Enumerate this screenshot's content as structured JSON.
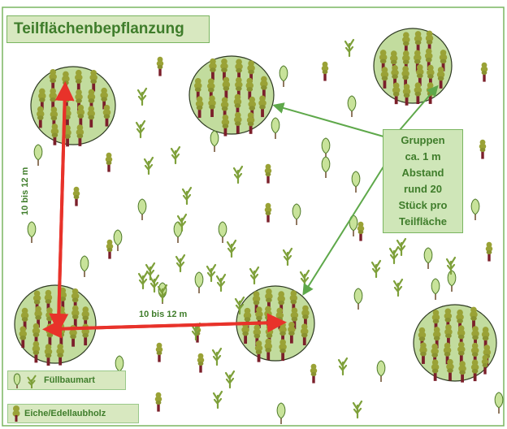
{
  "title": "Teilflächenbepflanzung",
  "callout": [
    "Gruppen",
    "ca. 1 m",
    "Abstand",
    "rund 20",
    "Stück pro",
    "Teilfläche"
  ],
  "dimension_vertical": "10 bis 12 m",
  "dimension_horizontal": "10 bis 12 m",
  "legend": {
    "filler": "Füllbaumart",
    "oak": "Eiche/Edellaubholz"
  },
  "colors": {
    "frame": "#7ab560",
    "group_fill": "#c2dc9e",
    "oak_crown": "#9aa236",
    "oak_trunk": "#7b1f2a",
    "filler_fill": "#c8e39a",
    "arrow_red": "#e8322a",
    "arrow_green": "#5ea84a",
    "label_text": "#3f7d2b"
  },
  "icons": {
    "oak": "oak-tree-icon",
    "filler": "filler-tree-icon",
    "sapling": "sapling-icon"
  }
}
